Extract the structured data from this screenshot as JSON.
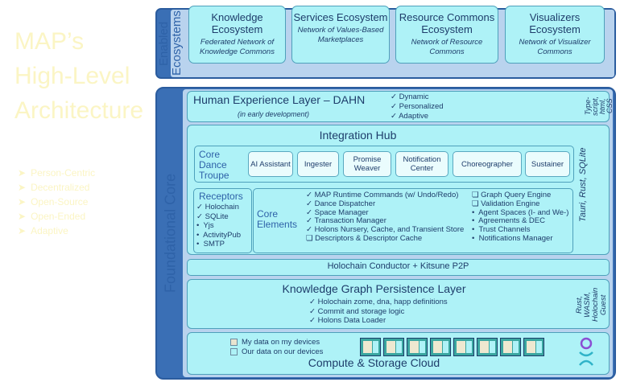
{
  "title": "MAP’s High-Level Architecture",
  "title_lines": [
    "MAP’s",
    "High-Level",
    "Architecture"
  ],
  "principles": [
    "Person-Centric",
    "Decentralized",
    "Open-Source",
    "Open-Ended",
    "Adaptive"
  ],
  "enabled_ecosystems": {
    "label": "Enabled Ecosystems",
    "items": [
      {
        "title": "Knowledge Ecosystem",
        "subtitle": "Federated Network of Knowledge Commons"
      },
      {
        "title": "Services Ecosystem",
        "subtitle": "Network of Values-Based Marketplaces"
      },
      {
        "title": "Resource Commons Ecosystem",
        "subtitle": "Network of Resource Commons"
      },
      {
        "title": "Visualizers Ecosystem",
        "subtitle": "Network of Visualizer Commons"
      }
    ]
  },
  "foundational_core": {
    "label": "Foundational Core",
    "human_experience": {
      "title": "Human Experience Layer – DAHN",
      "note": "(in early development)",
      "qualities": [
        "Dynamic",
        "Personalized",
        "Adaptive"
      ],
      "tech": "Type-script, html, CSS"
    },
    "integration_hub": {
      "title": "Integration Hub",
      "tech": "Tauri, Rust, SQLite",
      "core_dance_troupe": {
        "label": "Core Dance Troupe",
        "members": [
          "AI Assistant",
          "Ingester",
          "Promise Weaver",
          "Notification Center",
          "Choreographer",
          "Sustainer"
        ]
      },
      "receptors": {
        "title": "Receptors",
        "items": [
          "Holochain",
          "SQLite",
          "Yjs",
          "ActivityPub",
          "SMTP"
        ]
      },
      "core_elements": {
        "label": "Core Elements",
        "left": [
          {
            "mark": "✓",
            "text": "MAP Runtime Commands (w/ Undo/Redo)"
          },
          {
            "mark": "✓",
            "text": "Dance Dispatcher"
          },
          {
            "mark": "✓",
            "text": "Space Manager"
          },
          {
            "mark": "✓",
            "text": "Transaction Manager"
          },
          {
            "mark": "✓",
            "text": "Holons Nursery, Cache, and Transient Store"
          },
          {
            "mark": "❏",
            "text": "Descriptors & Descriptor Cache"
          }
        ],
        "right": [
          {
            "mark": "❏",
            "text": "Graph Query Engine"
          },
          {
            "mark": "❏",
            "text": "Validation Engine"
          },
          {
            "mark": "•",
            "text": "Agent Spaces (I- and We-)"
          },
          {
            "mark": "•",
            "text": "Agreements & DEC"
          },
          {
            "mark": "•",
            "text": "Trust Channels"
          },
          {
            "mark": "•",
            "text": "Notifications Manager"
          }
        ]
      }
    },
    "conductor": "Holochain Conductor + Kitsune P2P",
    "knowledge_graph": {
      "title": "Knowledge Graph Persistence Layer",
      "items": [
        "Holochain zome, dna, happ definitions",
        "Commit and storage logic",
        "Holons Data Loader"
      ],
      "tech": "Rust, WASM, Holochain Guest"
    },
    "compute": {
      "title": "Compute & Storage Cloud",
      "legend": [
        {
          "label": "My data on my devices",
          "color": "#e8e4d0"
        },
        {
          "label": "Our data on our devices",
          "color": "#aef2f7"
        }
      ],
      "device_count": 8
    }
  },
  "colors": {
    "outer": "#3a6fb5",
    "panel": "#b9d3ee",
    "box": "#aef2f7",
    "text": "#1e3d6b",
    "accent": "#2e62a8",
    "title": "#fbf5c4"
  }
}
